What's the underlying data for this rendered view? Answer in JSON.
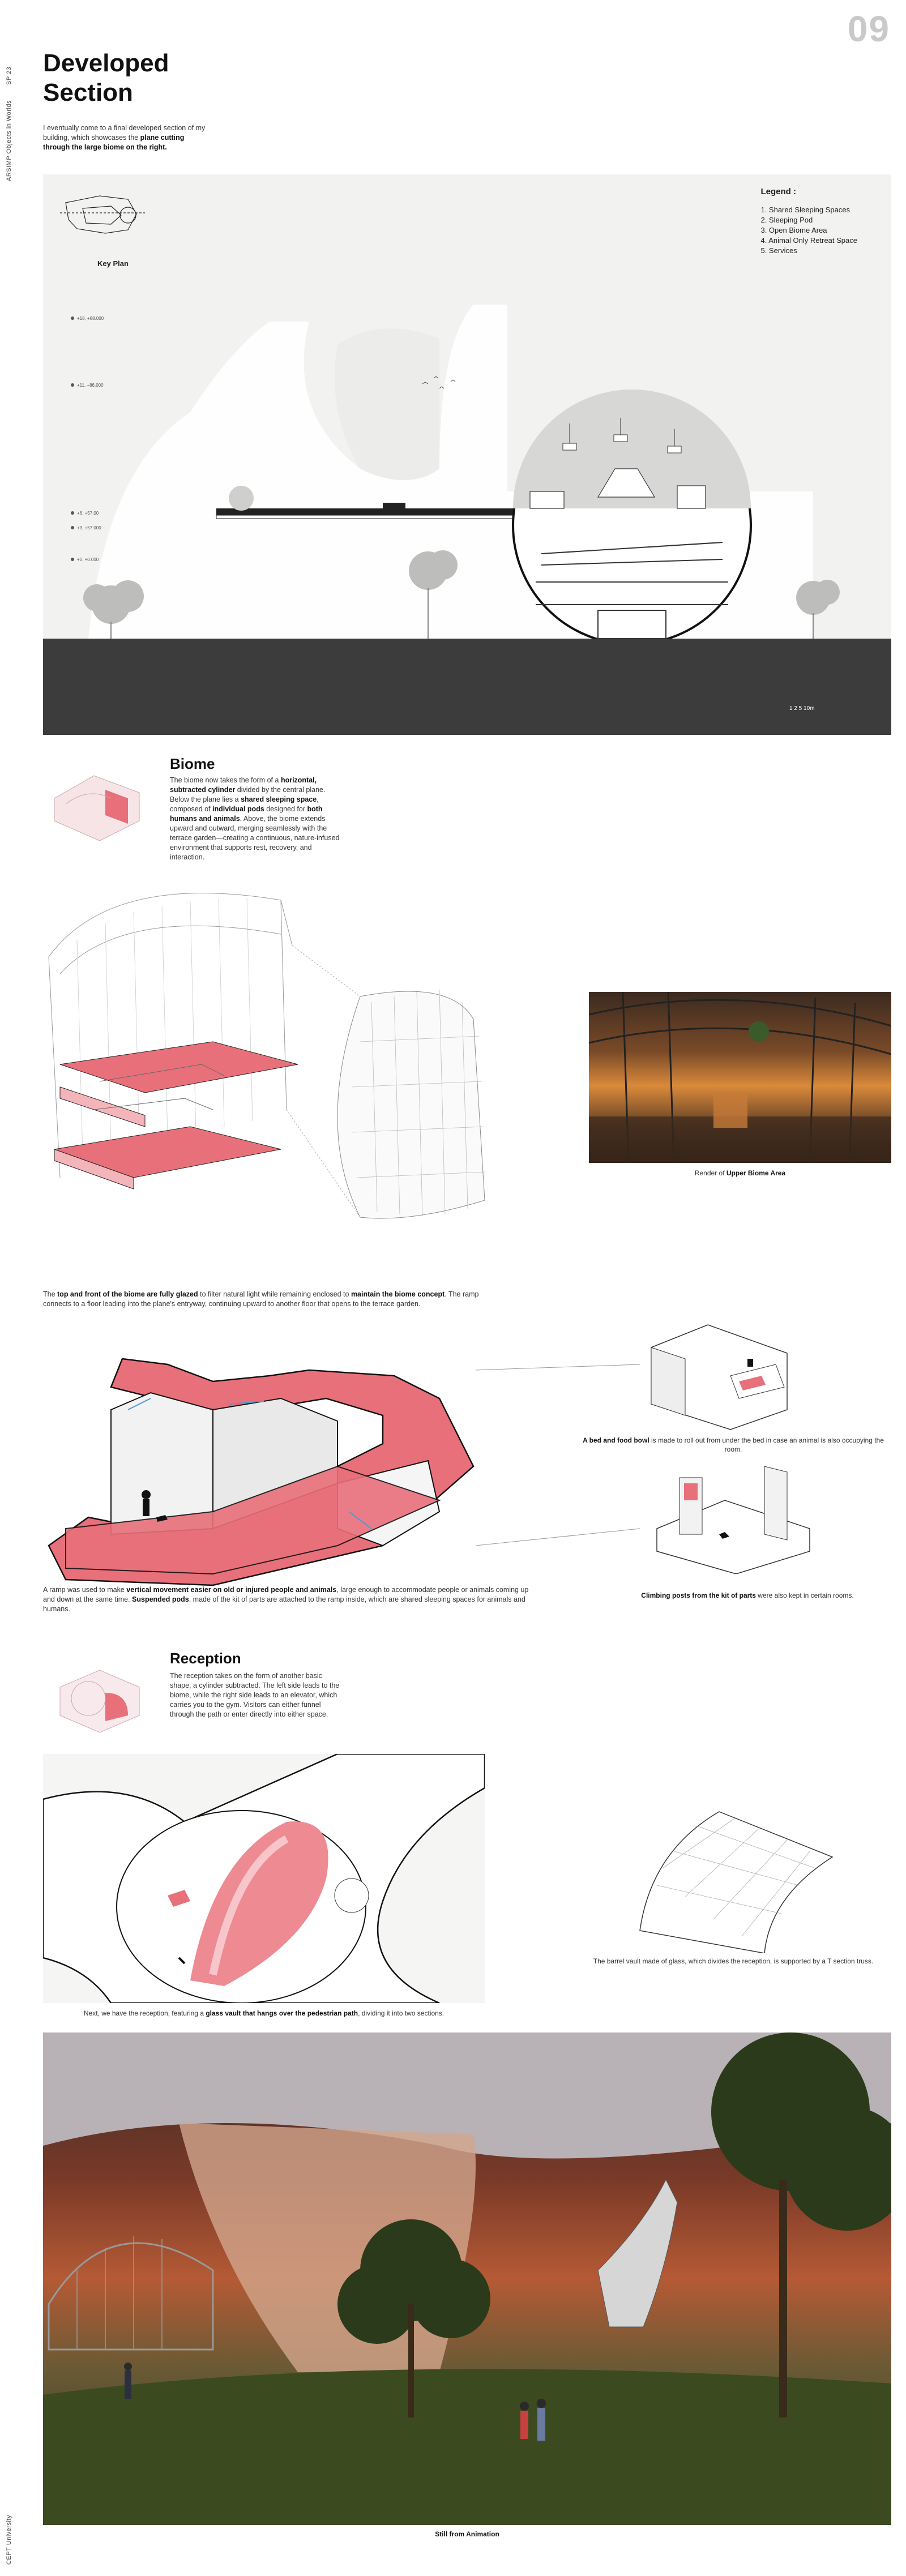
{
  "page": {
    "number": "09",
    "side_top": "SP 23",
    "side_course": "ARSIMP Objects in Worlds",
    "side_bottom": "CEPT University"
  },
  "header": {
    "title_line1": "Developed",
    "title_line2": "Section",
    "intro_pre": "I eventually come to a final developed section of my building, which showcases the ",
    "intro_bold": "plane cutting through the large biome on the right."
  },
  "section": {
    "keyplan_label": "Key Plan",
    "legend_title": "Legend :",
    "legend_items": [
      "1. Shared Sleeping Spaces",
      "2. Sleeping Pod",
      "3. Open Biome Area",
      "4. Animal Only Retreat Space",
      "5. Services"
    ],
    "scale_text": "1 2    5              10m",
    "level_labels": [
      "+18, +88.000",
      "+11, +86.000",
      "+6, +57.00",
      "+3, +57.000",
      "+0, +0.000"
    ]
  },
  "biome": {
    "heading": "Biome",
    "p1": "The biome now takes the form of a ",
    "b1": "horizontal, subtracted cylinder",
    "p2": " divided by the central plane. Below the plane lies a ",
    "b2": "shared sleeping space",
    "p3": ", composed of ",
    "b3": "individual pods",
    "p4": " designed for ",
    "b4": "both humans and animals",
    "p5": ". Above, the biome extends upward and outward, merging seamlessly with the terrace garden—creating a continuous, nature-infused environment that supports rest, recovery, and interaction.",
    "render_caption_pre": "Render of ",
    "render_caption_bold": "Upper Biome Area",
    "glazed_pre": "The ",
    "glazed_b1": "top and front of the biome are fully glazed",
    "glazed_mid": " to filter natural light while remaining enclosed to ",
    "glazed_b2": "maintain the biome concept",
    "glazed_post": ". The ramp connects to a floor leading into the plane's entryway, continuing upward to another floor that opens to the terrace garden.",
    "bed_bold": "A bed and food bowl",
    "bed_rest": " is made to roll out from under the bed in case an animal is also occupying the room.",
    "ramp_pre": "A ramp was used to make ",
    "ramp_b1": "vertical movement easier on old or injured people and animals",
    "ramp_mid": ", large enough to accommodate people or animals coming up and down at the same time. ",
    "ramp_b2": "Suspended pods",
    "ramp_post": ", made of the kit of parts are attached to the ramp inside, which are shared sleeping spaces for animals and humans.",
    "climb_bold": "Climbing posts from the kit of parts",
    "climb_rest": " were also kept in certain rooms."
  },
  "reception": {
    "heading": "Reception",
    "para": "The reception takes on the form of another basic shape, a cylinder subtracted. The left side leads to the biome, while the right side leads to an elevator, which carries you to the gym. Visitors can either funnel through the path or enter directly into either space.",
    "vault_pre": "Next, we have the reception, featuring a ",
    "vault_bold": "glass vault that hangs over the pedestrian path",
    "vault_post": ", dividing it into two sections.",
    "barrel_caption": "The barrel vault made of glass, which divides the reception, is supported by a T section truss.",
    "still_caption": "Still from Animation"
  },
  "colors": {
    "accent": "#e8707a",
    "accent_light": "#f4b5ba",
    "ground": "#3c3c3c",
    "panel": "#f2f2f0"
  }
}
